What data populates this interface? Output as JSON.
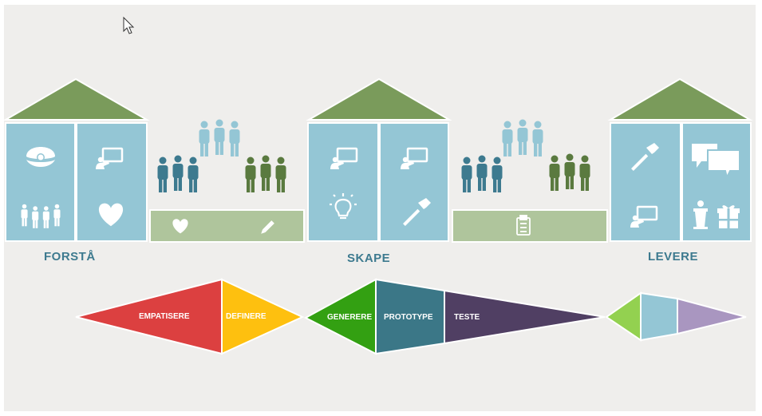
{
  "colors": {
    "roof": "#7a9b5b",
    "panel": "#94c6d5",
    "bar": "#afc59c",
    "people_light": "#94c6d5",
    "people_dark": "#3d7a8f",
    "people_green": "#5a7a3f",
    "label": "#3d7a8f",
    "empatisere": "#dc4040",
    "definere": "#fec00f",
    "generere": "#33a012",
    "prototype": "#3b7787",
    "teste": "#503f63",
    "levere_1": "#93d150",
    "levere_2": "#94c6d5",
    "levere_3": "#a996c0"
  },
  "houses": [
    {
      "label": "FORSTÅ",
      "icons": [
        "pearl-oyster-icon",
        "presentation-icon",
        "family-icon",
        "heart-icon"
      ]
    },
    {
      "label": "SKAPE",
      "icons": [
        "presentation-icon",
        "presentation-icon",
        "lightbulb-icon",
        "hammer-icon"
      ]
    },
    {
      "label": "LEVERE",
      "icons": [
        "hammer-icon",
        "chat-bubbles-icon",
        "presentation-icon",
        "podium-gift-icon"
      ]
    }
  ],
  "connectors": [
    {
      "bar_icons": [
        "heart-icon",
        "pencil-icon"
      ]
    },
    {
      "bar_icons": [
        "clipboard-icon"
      ]
    }
  ],
  "process": {
    "empatisere": "EMPATISERE",
    "definere": "DEFINERE",
    "generere": "GENERERE",
    "prototype": "PROTOTYPE",
    "teste": "TESTE"
  }
}
